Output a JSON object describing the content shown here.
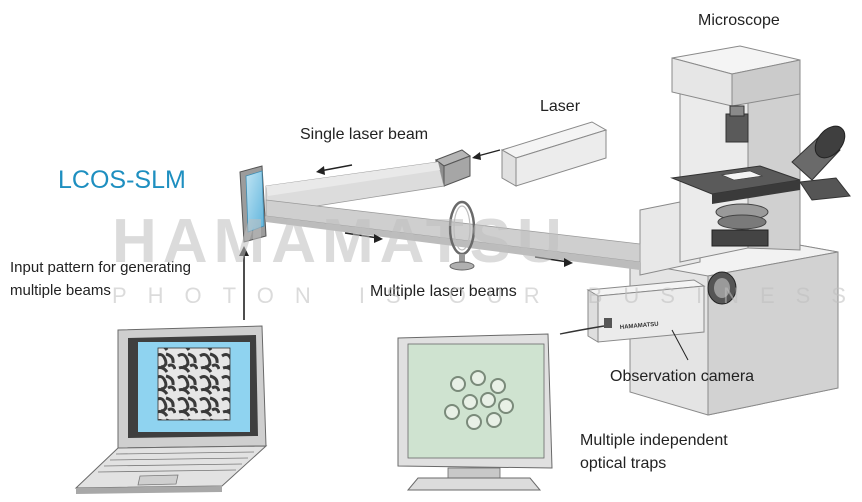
{
  "labels": {
    "microscope": "Microscope",
    "laser": "Laser",
    "single_beam": "Single laser beam",
    "lcos_slm": "LCOS-SLM",
    "input_pattern_line1": "Input pattern for generating",
    "input_pattern_line2": "multiple beams",
    "multiple_beams": "Multiple laser beams",
    "observation_camera": "Observation camera",
    "traps_line1": "Multiple independent",
    "traps_line2": "optical traps",
    "camera_brand": "HAMAMATSU"
  },
  "watermark": {
    "main": "HAMAMATSU",
    "sub": "PHOTON IS OUR BUSINESS"
  },
  "colors": {
    "accent": "#1e8fc0",
    "text": "#222222",
    "equipment_light": "#ececec",
    "equipment_mid": "#cfcfcf",
    "equipment_dark": "#9a9a9a",
    "watermark": "#bfbfbf"
  }
}
